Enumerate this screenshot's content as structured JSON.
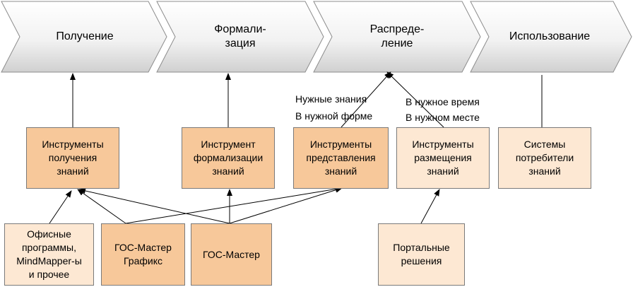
{
  "stages": [
    {
      "label": "Получение"
    },
    {
      "label": "Формали-\nзация"
    },
    {
      "label": "Распреде-\nление"
    },
    {
      "label": "Использование"
    }
  ],
  "tools": [
    {
      "label": "Инструменты\nполучения\nзнаний"
    },
    {
      "label": "Инструмент\nформализации\nзнаний"
    },
    {
      "label": "Инструменты\nпредставления\nзнаний"
    },
    {
      "label": "Инструменты\nразмещения\nзнаний"
    },
    {
      "label": "Системы\nпотребители\nзнаний"
    }
  ],
  "sources": [
    {
      "label": "Офисные\nпрограммы,\nMindMapper-ы\nи прочее"
    },
    {
      "label": "ГОС-Мастер\nГрафикс"
    },
    {
      "label": "ГОС-Мастер"
    },
    {
      "label": "Портальные\nрешения"
    }
  ],
  "notes": {
    "left_line1": "Нужные знания",
    "left_line2": "В нужной форме",
    "right_line1": "В нужное время",
    "right_line2": "В нужном месте"
  },
  "colors": {
    "dark_box": "#f7c89a",
    "light_box": "#fde8d3",
    "chevron_light": "#ffffff",
    "chevron_dark": "#d4d4d4"
  }
}
